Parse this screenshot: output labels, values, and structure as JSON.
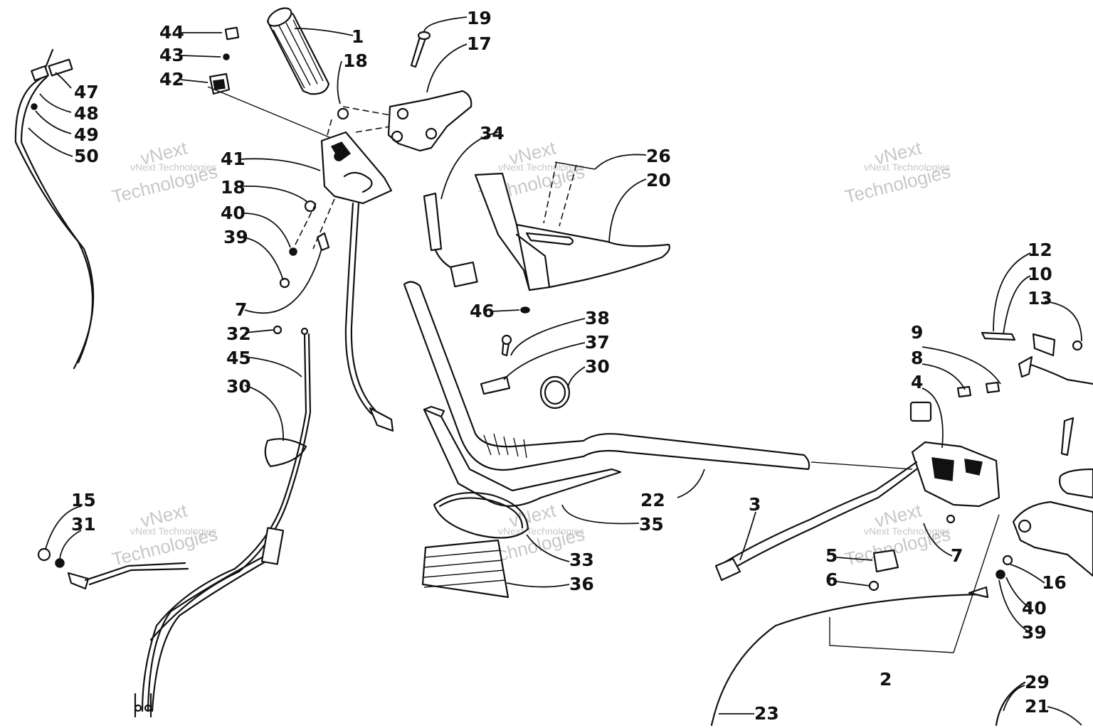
{
  "watermark": {
    "line1": "vNext Technologies",
    "line2": "vNext",
    "line3": "Technologies"
  },
  "part_labels": [
    "1",
    "2",
    "3",
    "4",
    "5",
    "6",
    "7",
    "7",
    "8",
    "9",
    "10",
    "12",
    "13",
    "15",
    "16",
    "17",
    "18",
    "18",
    "19",
    "20",
    "21",
    "22",
    "23",
    "26",
    "29",
    "30",
    "30",
    "31",
    "32",
    "33",
    "34",
    "35",
    "36",
    "37",
    "38",
    "39",
    "39",
    "40",
    "40",
    "41",
    "42",
    "43",
    "44",
    "45",
    "46",
    "47",
    "48",
    "49",
    "50"
  ]
}
